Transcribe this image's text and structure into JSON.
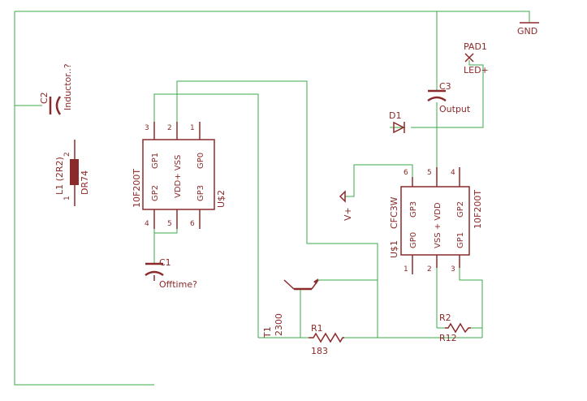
{
  "parts": {
    "gnd": "GND",
    "pad1": "PAD1",
    "led_plus": "LED+",
    "c3": "C3",
    "c3_value": "Output",
    "d1": "D1",
    "c2": "C2",
    "c2_value": "Inductor..?",
    "l1": "L1  (2R2)",
    "l1_value": "DR74",
    "u2_name": "U$2",
    "u2_value": "10F200T",
    "u2_pins": {
      "gp1": "GP1",
      "vdd_vss": "VDD+ VSS",
      "gp0": "GP0",
      "gp2": "GP2",
      "gp3": "GP3"
    },
    "u2_pin_numbers": {
      "p1": "1",
      "p2": "2",
      "p3": "3",
      "p4": "4",
      "p5": "5",
      "p6": "6"
    },
    "c1": "C1",
    "c1_value": "Offtime?",
    "vplus": "V+",
    "u1_name": "U$1",
    "u1_value": "CFC3W",
    "u1_value2": "10F200T",
    "u1_pins": {
      "gp0": "GP0",
      "gp3": "GP3",
      "vss_vdd": "VSS + VDD",
      "gp2": "GP2",
      "gp1": "GP1"
    },
    "u1_pin_numbers": {
      "p1": "1",
      "p2": "2",
      "p3": "3",
      "p4": "4",
      "p5": "5",
      "p6": "6"
    },
    "t1": "T1",
    "t1_value": "2300",
    "r1": "R1",
    "r1_value": "183",
    "r2": "R2",
    "r2_value": "R12"
  },
  "colors": {
    "wire": "#3aa84a",
    "symbol": "#8b2a2a",
    "background": "#ffffff"
  }
}
